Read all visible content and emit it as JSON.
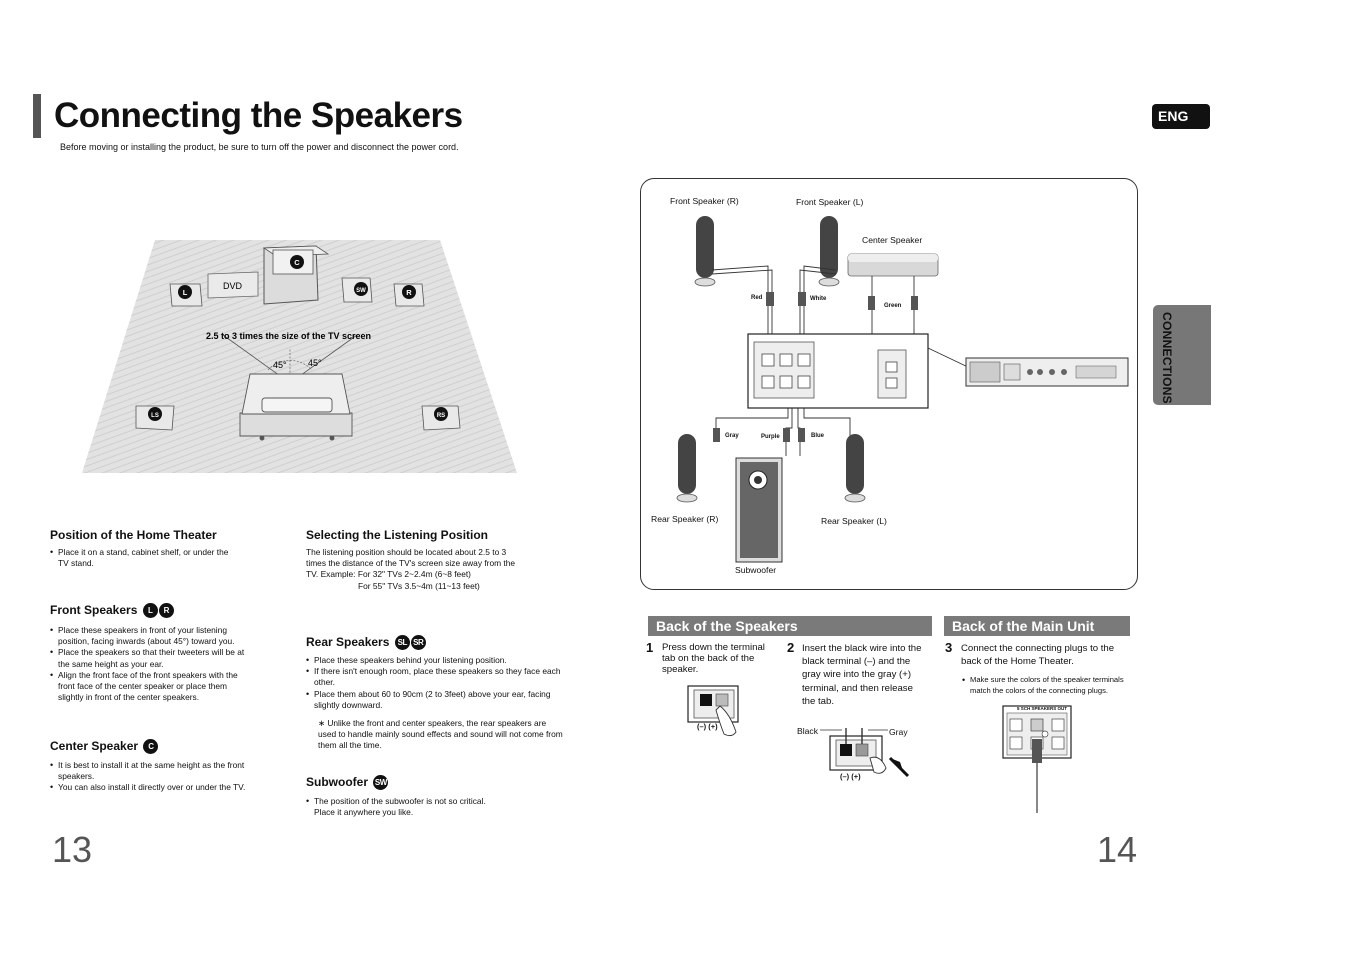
{
  "header": {
    "title": "Connecting the Speakers",
    "subtitle": "Before moving or installing the product, be sure to turn off the power and disconnect the power cord.",
    "lang_badge": "ENG",
    "side_tab": "CONNECTIONS"
  },
  "diagram_left": {
    "dvd_label": "DVD",
    "distance_label": "2.5 to 3 times the size of the TV screen",
    "angle_left": "45°",
    "angle_right": "45°",
    "badges": {
      "c": "C",
      "l": "L",
      "r": "R",
      "sw": "SW",
      "ls": "LS",
      "rs": "RS"
    }
  },
  "sections": {
    "position": {
      "heading": "Position of the Home Theater",
      "bullets": [
        "Place it on a stand, cabinet shelf, or under the TV stand."
      ]
    },
    "front": {
      "heading": "Front Speakers",
      "badges": [
        "L",
        "R"
      ],
      "bullets": [
        "Place these speakers in front of your listening position, facing inwards (about 45°) toward you.",
        "Place the speakers so that their tweeters will be at the same height as your ear.",
        "Align the front face of the front speakers with the front face of the center speaker or place them slightly in front of the center speakers."
      ]
    },
    "center": {
      "heading": "Center Speaker",
      "badges": [
        "C"
      ],
      "bullets": [
        "It is best to install it at the same height as the front speakers.",
        "You can also install it directly over or under the TV."
      ]
    },
    "listening": {
      "heading": "Selecting the Listening Position",
      "text": "The listening position should be located about 2.5 to 3 times the distance of the TV's screen size away from the TV. Example: For 32\" TVs 2~2.4m (6~8 feet)",
      "text2": "For 55\" TVs 3.5~4m (11~13 feet)"
    },
    "rear": {
      "heading": "Rear Speakers",
      "badges": [
        "SL",
        "SR"
      ],
      "bullets": [
        "Place these speakers behind your listening position.",
        "If there isn't enough room, place these speakers so they face each other.",
        "Place them about 60 to 90cm (2 to 3feet) above your ear, facing slightly downward."
      ],
      "note": "∗ Unlike the front and center speakers, the rear speakers are used to handle mainly sound effects and sound will not come from them all the time."
    },
    "subwoofer": {
      "heading": "Subwoofer",
      "badges": [
        "SW"
      ],
      "bullets": [
        "The position of the subwoofer is not so critical. Place it anywhere you like."
      ]
    }
  },
  "wiring": {
    "front_r": "Front Speaker (R)",
    "front_l": "Front Speaker (L)",
    "center": "Center Speaker",
    "rear_r": "Rear Speaker (R)",
    "rear_l": "Rear Speaker (L)",
    "subwoofer": "Subwoofer",
    "colors": {
      "red": "Red",
      "white": "White",
      "green": "Green",
      "gray": "Gray",
      "purple": "Purple",
      "blue": "Blue"
    }
  },
  "back_speakers": {
    "title": "Back of the Speakers",
    "step1_num": "1",
    "step1": "Press down the terminal tab on the back of the speaker.",
    "step2_num": "2",
    "step2": "Insert the black wire into the black terminal (–) and the gray wire into the gray (+) terminal, and then release the tab.",
    "black": "Black",
    "gray": "Gray",
    "terminals": "(–)  (+)"
  },
  "back_main": {
    "title": "Back of the Main Unit",
    "step3_num": "3",
    "step3": "Connect the connecting plugs to the back of the Home Theater.",
    "bullet": "Make sure the colors of the speaker terminals match the colors of the connecting plugs.",
    "unit_label": "5 SCH SPEAKERS OUT"
  },
  "page_numbers": {
    "left": "13",
    "right": "14"
  }
}
